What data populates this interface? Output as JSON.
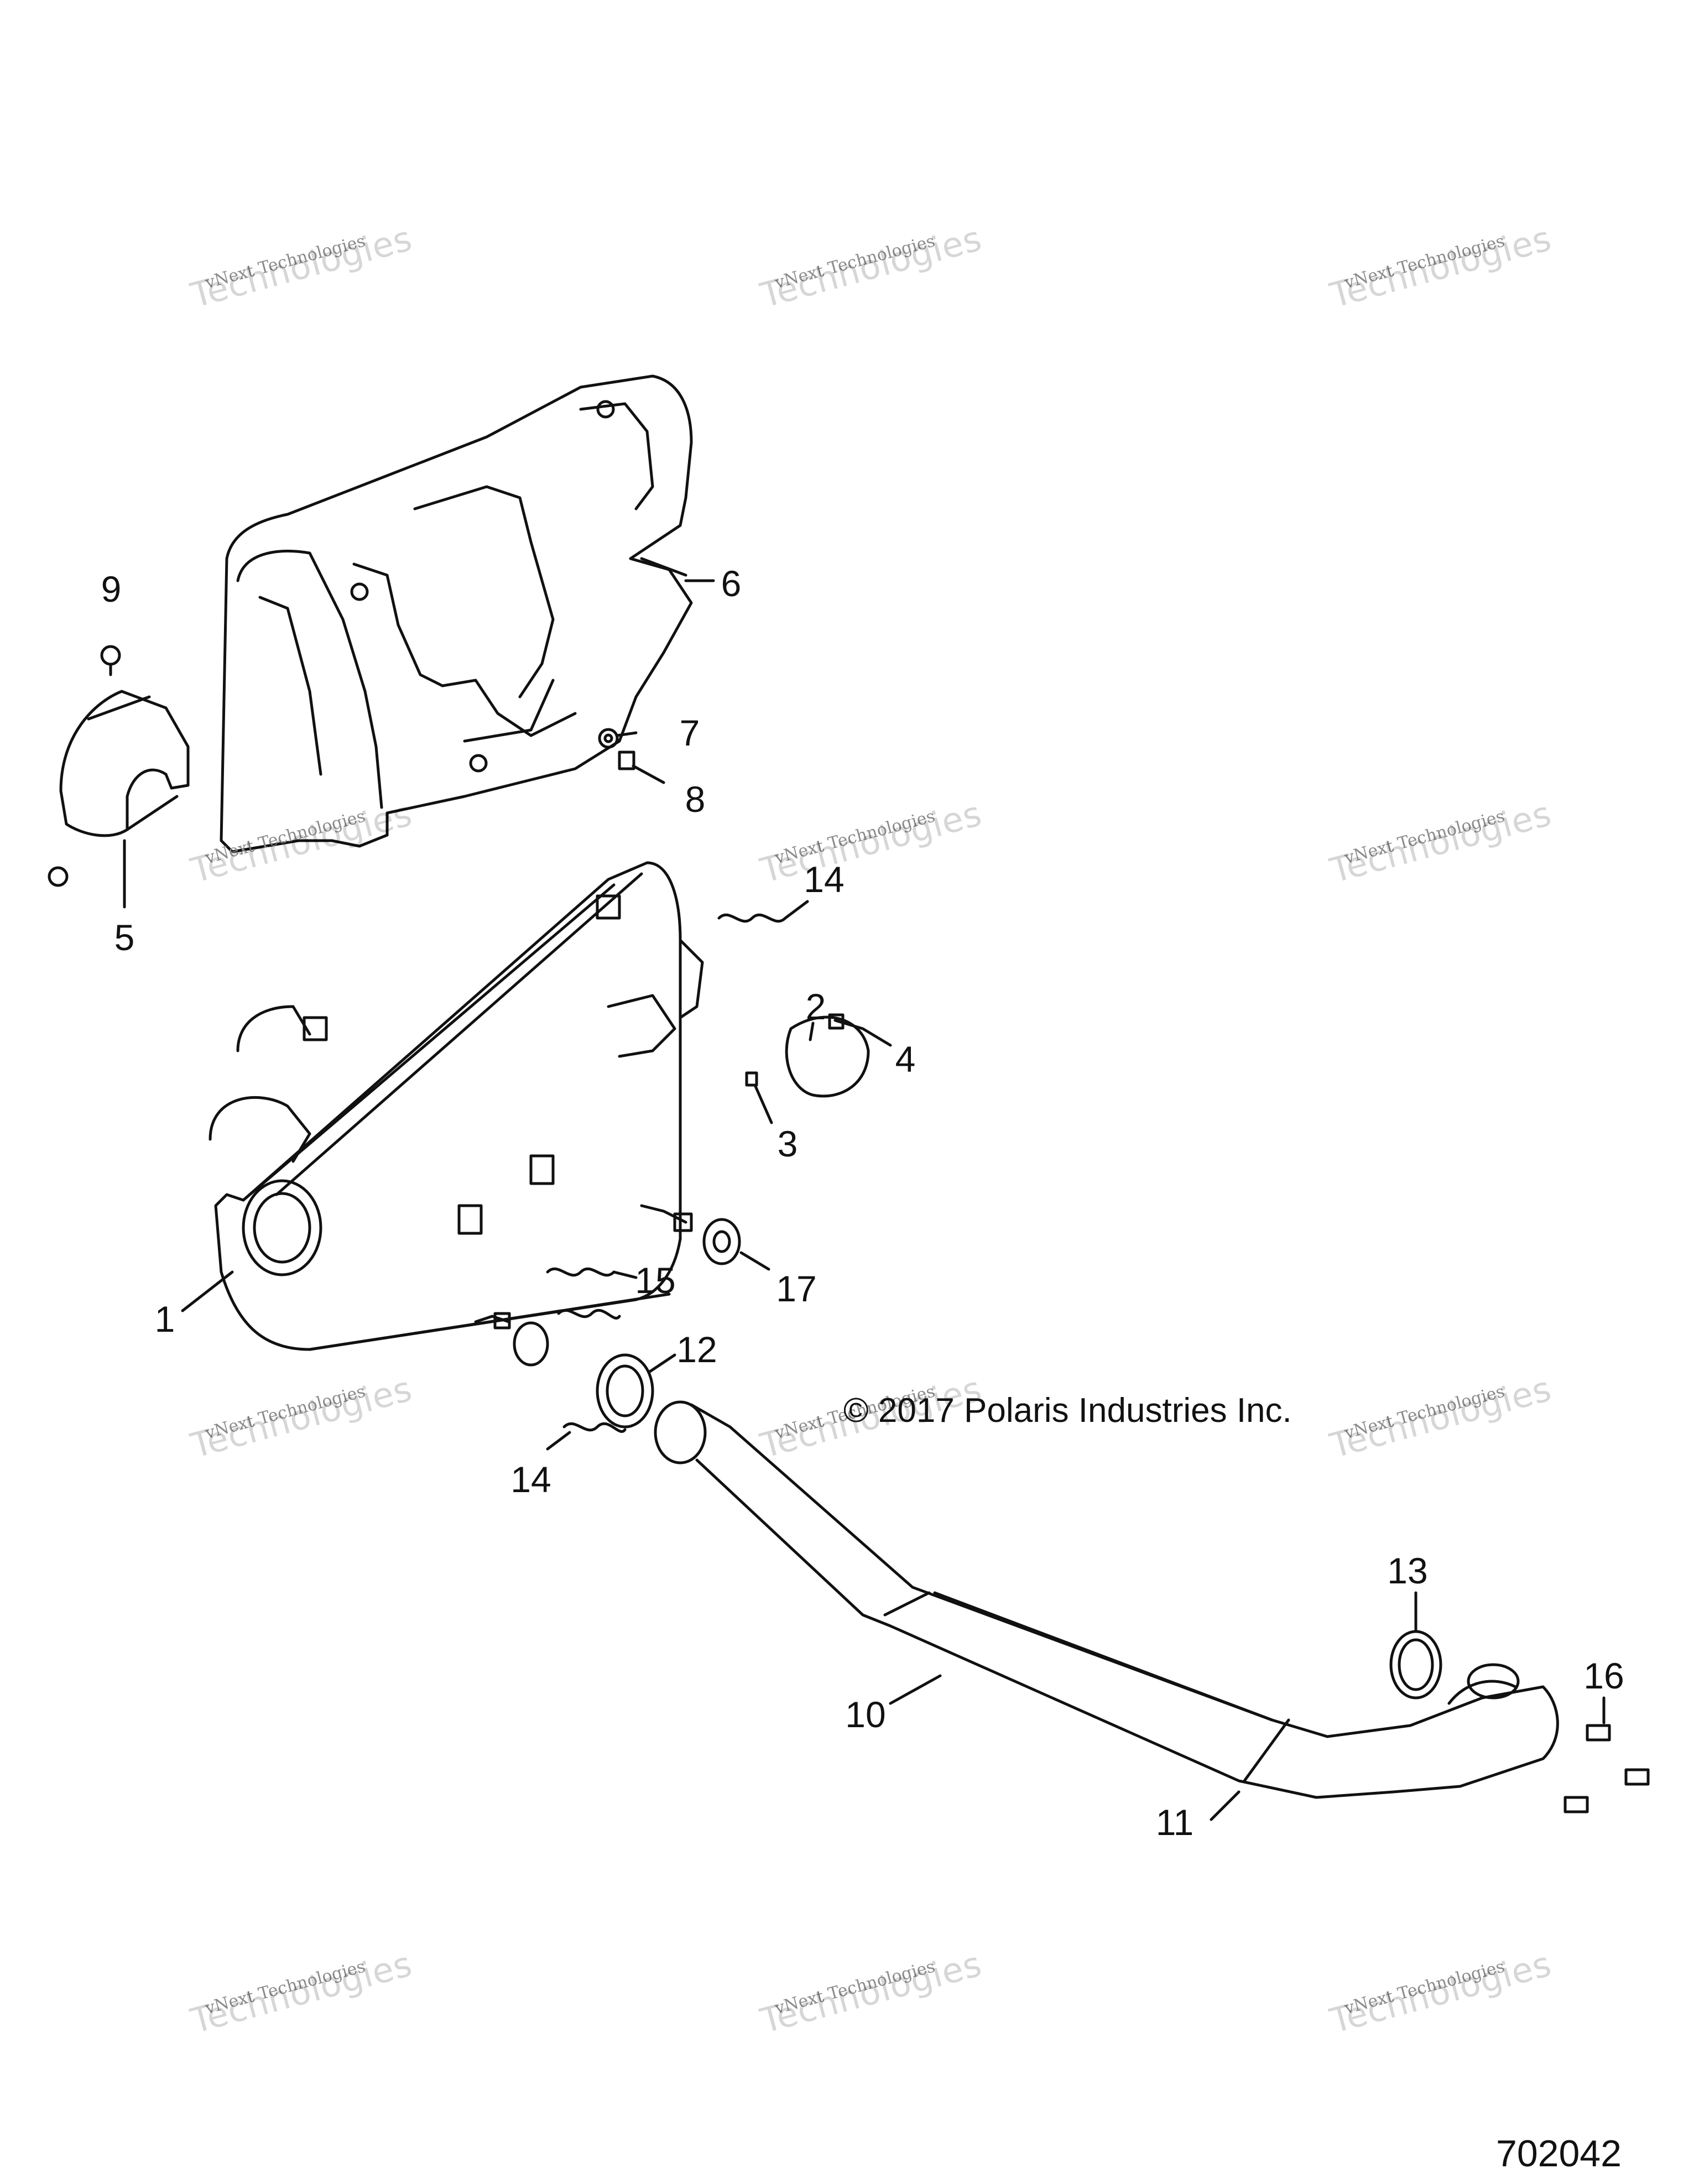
{
  "watermark": {
    "line1": "vNext Technologies",
    "line2": "Technologies"
  },
  "copyright": "© 2017 Polaris Industries Inc.",
  "diagram_id": "702042",
  "callouts": [
    "1",
    "2",
    "3",
    "4",
    "5",
    "6",
    "7",
    "8",
    "9",
    "10",
    "11",
    "12",
    "13",
    "14",
    "14",
    "15",
    "16",
    "17"
  ],
  "parts": [
    "muffler",
    "heat-shield-cover",
    "mounting-hardware",
    "exhaust-pipe"
  ],
  "colors": {
    "line": "#111111",
    "watermark": "#8a8a8a"
  }
}
